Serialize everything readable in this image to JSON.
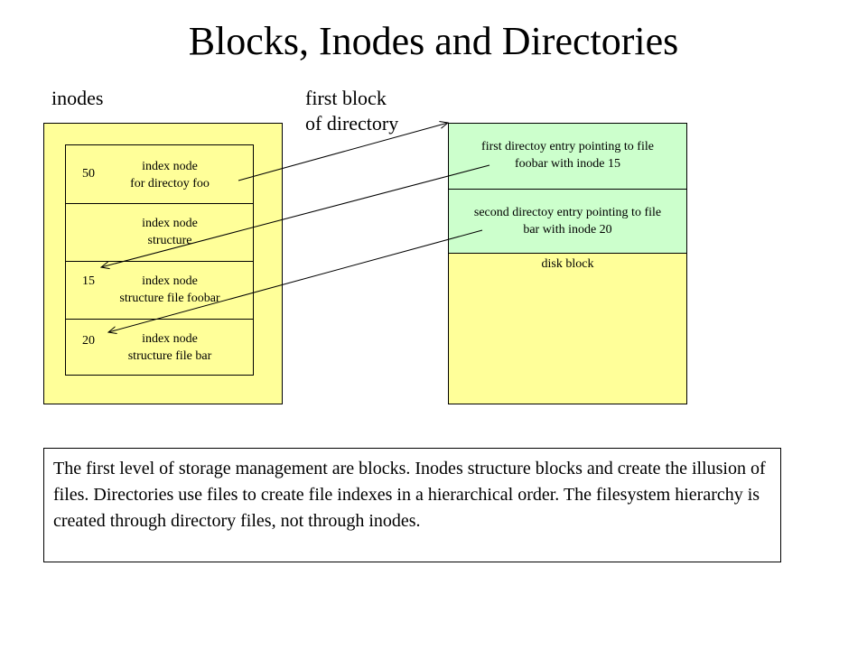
{
  "title": "Blocks, Inodes and Directories",
  "labels": {
    "inodes": "inodes",
    "first_block_line1": "first block",
    "first_block_line2": "of directory"
  },
  "inode_cells": [
    {
      "number": "50",
      "line1": "index node",
      "line2": "for directoy foo"
    },
    {
      "number": "",
      "line1": "index node",
      "line2": "structure"
    },
    {
      "number": "15",
      "line1": "index node",
      "line2": "structure file foobar"
    },
    {
      "number": "20",
      "line1": "index node",
      "line2": "structure file bar"
    }
  ],
  "directory_entries": [
    {
      "line1": "first directoy entry pointing to file",
      "line2": "foobar with inode 15"
    },
    {
      "line1": "second directoy entry pointing to file",
      "line2": "bar with inode 20"
    }
  ],
  "disk_block_label": "disk block",
  "description": "The first level of storage management are blocks. Inodes structure blocks and create the illusion of files. Directories use files to create file indexes in a hierarchical order. The filesystem hierarchy is created through directory files, not through inodes.",
  "colors": {
    "panel_yellow": "#ffff99",
    "entry_green": "#ccffcc"
  }
}
